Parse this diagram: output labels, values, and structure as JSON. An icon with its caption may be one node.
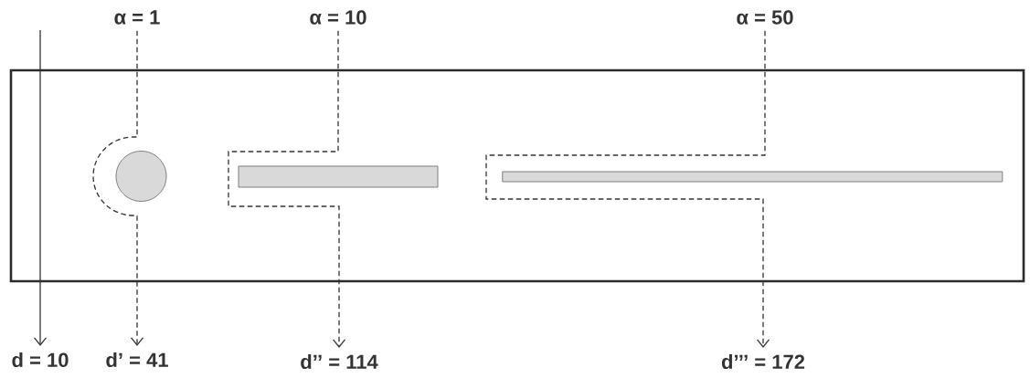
{
  "diagram": {
    "nodes": [
      {
        "text": [
          "α = 1"
        ]
      },
      {
        "text": [
          "α = 10"
        ]
      },
      {
        "text": [
          "α = 50"
        ]
      },
      {
        "text": [],
        "shape": "box"
      },
      {
        "text": [],
        "shape": "circle",
        "in": 3
      },
      {
        "text": [],
        "shape": "bar",
        "in": 3
      },
      {
        "text": [],
        "shape": "bar",
        "in": 3
      },
      {
        "text": [
          "d = 10"
        ]
      },
      {
        "text": [
          "d’ = 41"
        ]
      },
      {
        "text": [
          "d’’ = 114"
        ]
      },
      {
        "text": [
          "d’’’ = 172"
        ]
      }
    ],
    "edges": [
      {
        "from": null,
        "to": 7,
        "arrow": "to"
      },
      {
        "from": 0,
        "to": 8,
        "arrow": "to",
        "style": "dashed"
      },
      {
        "from": 1,
        "to": 9,
        "arrow": "to",
        "style": "dashed"
      },
      {
        "from": 2,
        "to": 10,
        "arrow": "to",
        "style": "dashed"
      }
    ]
  }
}
